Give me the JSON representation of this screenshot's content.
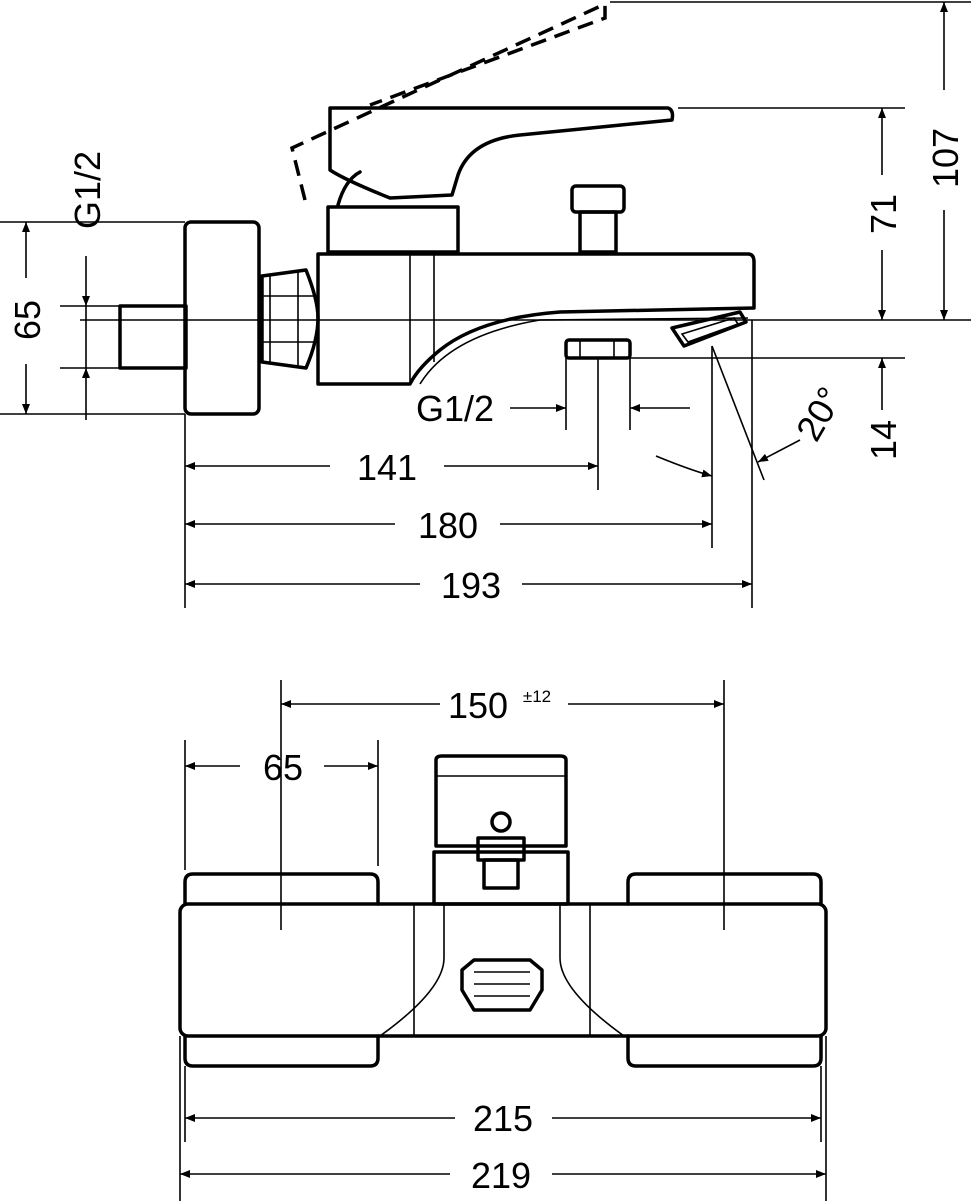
{
  "side_view": {
    "thread_top_label": "G1/2",
    "height_left_label": "65",
    "thread_bottom_label": "G1/2",
    "length_141": "141",
    "length_180": "180",
    "length_193": "193",
    "height_107": "107",
    "height_71": "71",
    "height_14": "14",
    "angle_label": "20°"
  },
  "top_view": {
    "spacing_label": "150",
    "spacing_tolerance": "±12",
    "width_65": "65",
    "width_215": "215",
    "width_219": "219"
  }
}
